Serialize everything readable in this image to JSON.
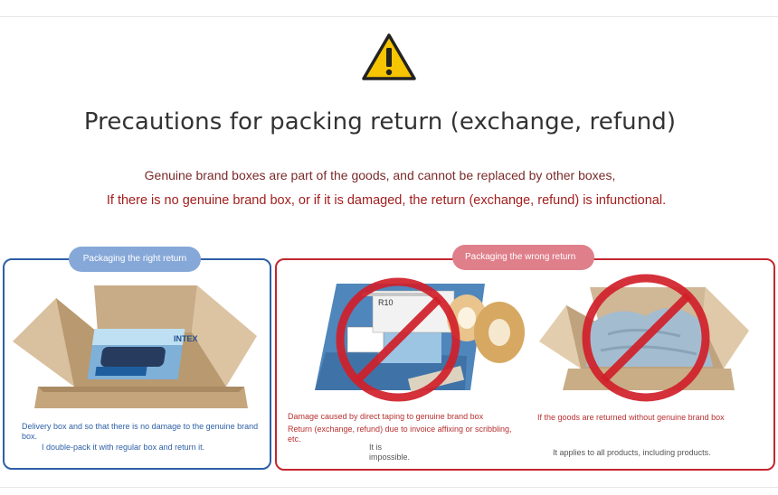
{
  "warning_icon": "warning-triangle-icon",
  "title": "Precautions for packing return (exchange, refund)",
  "line1": "Genuine brand boxes are part of the goods, and cannot be replaced by other boxes,",
  "line2": "If there is no genuine brand box, or if it is damaged, the return (exchange, refund) is infunctional.",
  "right_panel": {
    "label": "Packaging the right return",
    "caption_line1": "Delivery box and so that there is no damage to the genuine brand box.",
    "caption_line2": "I double-pack it with regular box and return it.",
    "box_brand_text": "INTEX"
  },
  "wrong_panel": {
    "label": "Packaging the wrong return",
    "box_label_text": "R10",
    "left_caption_line1": "Damage caused by direct taping to genuine brand box",
    "left_caption_line2": "Return (exchange, refund) due to invoice affixing or scribbling, etc.",
    "left_caption_line3": "It is impossible.",
    "right_caption_line1": "If the goods are returned without genuine brand box",
    "right_caption_line2": "It applies to all products, including products."
  },
  "colors": {
    "right_border": "#2d5fa6",
    "wrong_border": "#c4262e",
    "right_pill": "#86a8d8",
    "wrong_pill": "#df7f8a",
    "prohibited": "#d0202a",
    "warning_fill": "#f6c400"
  }
}
